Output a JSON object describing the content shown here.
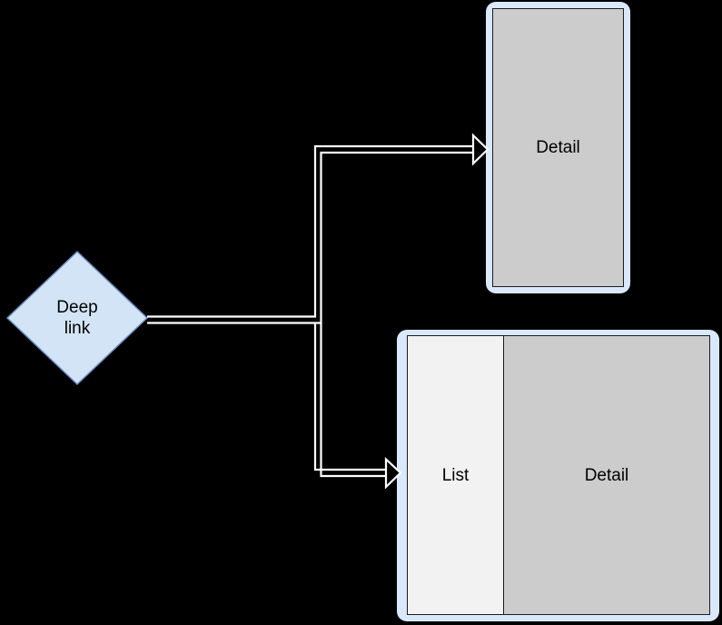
{
  "diagram": {
    "type": "flow-diagram",
    "background_color": "#000000",
    "palette": {
      "node_fill_blue": "#dae8fc",
      "node_stroke_blue": "#6c8ebf",
      "screen_frame_blue": "#dae8fc",
      "detail_pane_gray": "#cccccc",
      "list_pane_gray": "#f2f2f2",
      "pane_stroke": "#1c1c1c",
      "connector_stroke": "#ffffff",
      "text_color": "#000000"
    },
    "nodes": [
      {
        "id": "deep-link",
        "shape": "diamond",
        "label_lines": [
          "Deep",
          "link"
        ],
        "label": "Deep link",
        "fill": "#dae8fc",
        "stroke": "#6c8ebf"
      },
      {
        "id": "screen-detail",
        "shape": "rounded-rectangle-screen",
        "panes": [
          {
            "id": "detail",
            "label": "Detail",
            "fill": "#cccccc"
          }
        ]
      },
      {
        "id": "screen-split",
        "shape": "rounded-rectangle-screen",
        "panes": [
          {
            "id": "list",
            "label": "List",
            "fill": "#f2f2f2"
          },
          {
            "id": "detail",
            "label": "Detail",
            "fill": "#cccccc"
          }
        ]
      }
    ],
    "edges": [
      {
        "id": "edge-deeplink-to-detail",
        "from": "deep-link",
        "to": "screen-detail",
        "label": "",
        "style": "double-line-open-arrow",
        "color": "#ffffff"
      },
      {
        "id": "edge-deeplink-to-split",
        "from": "deep-link",
        "to": "screen-split",
        "label": "",
        "style": "double-line-open-arrow",
        "color": "#ffffff"
      }
    ]
  }
}
